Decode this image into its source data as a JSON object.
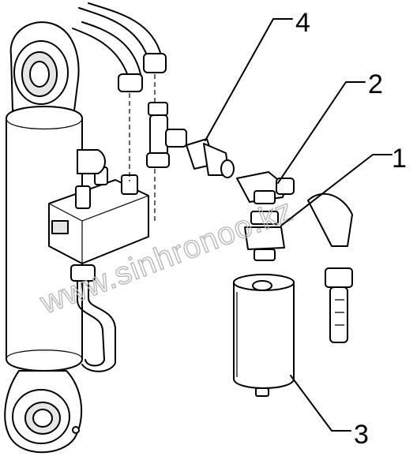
{
  "callouts": [
    {
      "id": "1",
      "label": "1"
    },
    {
      "id": "2",
      "label": "2"
    },
    {
      "id": "3",
      "label": "3"
    },
    {
      "id": "4",
      "label": "4"
    }
  ],
  "watermark": "www.sinhronoo.kz"
}
